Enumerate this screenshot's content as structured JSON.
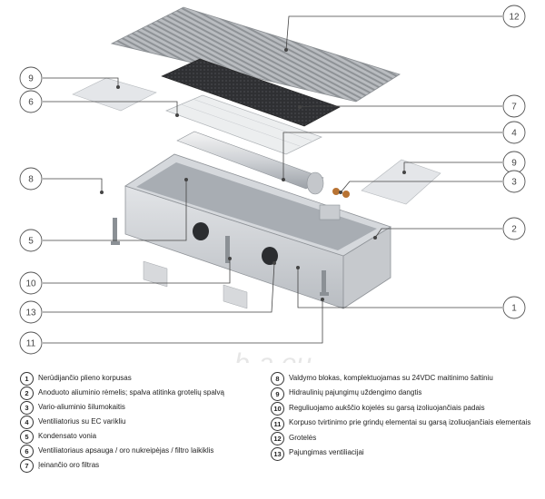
{
  "callouts": [
    "1",
    "2",
    "3",
    "4",
    "5",
    "6",
    "7",
    "8",
    "9",
    "10",
    "11",
    "12",
    "13"
  ],
  "watermark": "b-a.eu",
  "legend": [
    {
      "n": "1",
      "text": "Nerūdijančio plieno korpusas"
    },
    {
      "n": "2",
      "text": "Anoduoto aliuminio rėmelis; spalva atitinka grotelių spalvą"
    },
    {
      "n": "3",
      "text": "Vario-aliuminio šilumokaitis"
    },
    {
      "n": "4",
      "text": "Ventiliatorius su EC varikliu"
    },
    {
      "n": "5",
      "text": "Kondensato vonia"
    },
    {
      "n": "6",
      "text": "Ventiliatoriaus apsauga / oro nukreipėjas / filtro laikiklis"
    },
    {
      "n": "7",
      "text": "Įeinančio oro filtras"
    },
    {
      "n": "8",
      "text": "Valdymo blokas, komplektuojamas su 24VDC maitinimo šaltiniu"
    },
    {
      "n": "9",
      "text": "Hidraulinių pajungimų uždengimo dangtis"
    },
    {
      "n": "10",
      "text": "Reguliuojamo aukščio kojelės su garsą izoliuojančiais padais"
    },
    {
      "n": "11",
      "text": "Korpuso tvirtinimo prie grindų elementai su garsą izoliuojančiais elementais"
    },
    {
      "n": "12",
      "text": "Grotelės"
    },
    {
      "n": "13",
      "text": "Pajungimas ventiliacijai"
    }
  ]
}
